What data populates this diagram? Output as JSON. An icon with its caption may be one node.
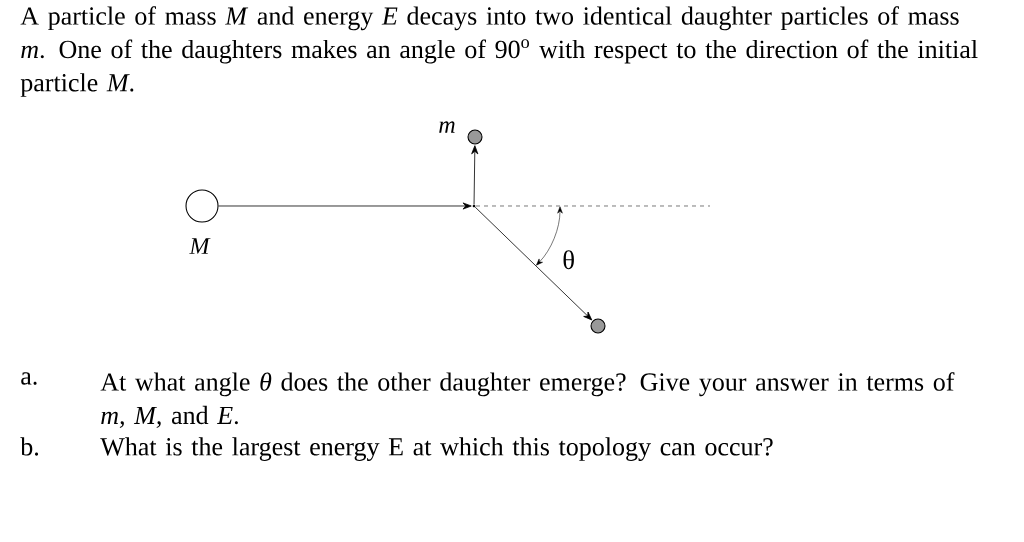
{
  "diagram": {
    "nodes": [
      {
        "text": [],
        "shape": "circle",
        "beside": [
          "*M*"
        ]
      },
      {
        "text": [],
        "shape": "point"
      },
      {
        "text": [],
        "shape": "circle",
        "beside": [
          "*m*"
        ]
      },
      {
        "text": [],
        "shape": "circle"
      }
    ],
    "edges": [
      {
        "from": 0,
        "to": 1,
        "arrow": "to"
      },
      {
        "from": 1,
        "to": 2,
        "arrow": "to"
      },
      {
        "from": 1,
        "to": 3,
        "arrow": "to"
      }
    ],
    "labels": [
      "A particle of mass *M* and energy *E* decays into two identical daughter particles of mass *m*. One of the daughters makes an angle of 90$^{o}$ with respect to the direction of the initial particle *M*.",
      "θ",
      "a.",
      "At what angle *θ* does the other daughter emerge? Give your answer in terms of *m, M,* and *E*.",
      "b.",
      "What is the largest energy E at which this topology can occur?"
    ]
  }
}
